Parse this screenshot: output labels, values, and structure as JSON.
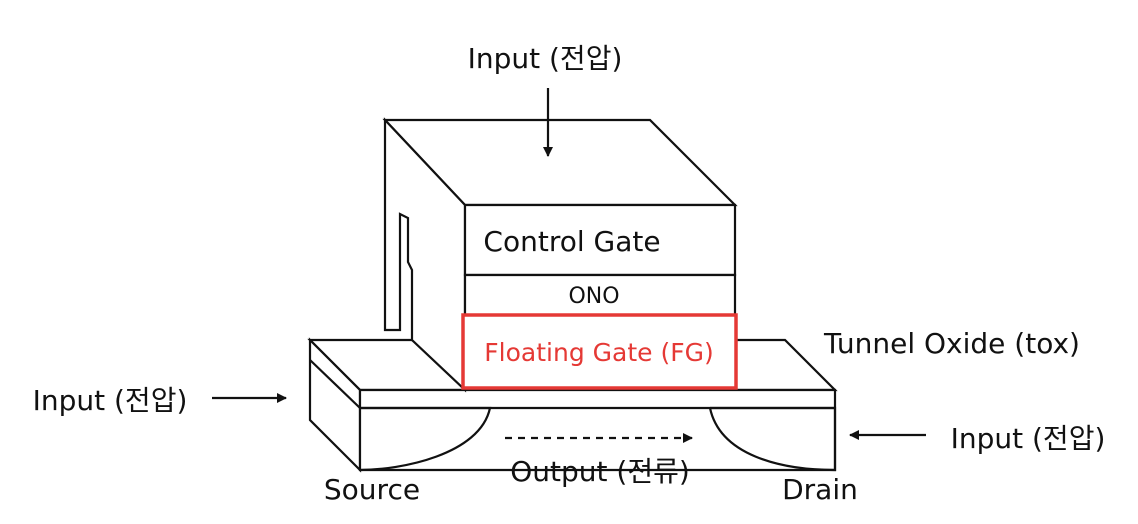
{
  "labels": {
    "input_top": "Input (전압)",
    "input_left": "Input (전압)",
    "input_right": "Input (전압)",
    "control_gate": "Control Gate",
    "ono": "ONO",
    "floating_gate": "Floating Gate (FG)",
    "tunnel_oxide": "Tunnel Oxide (tox)",
    "source": "Source",
    "drain": "Drain",
    "output": "Output (전류)"
  },
  "colors": {
    "line": "#111111",
    "highlight": "#e53935"
  }
}
